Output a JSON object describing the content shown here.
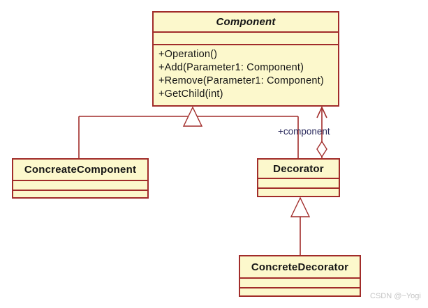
{
  "classes": {
    "component": {
      "name": "Component",
      "methods": [
        "+Operation()",
        "+Add(Parameter1: Component)",
        "+Remove(Parameter1: Component)",
        "+GetChild(int)"
      ]
    },
    "concreate_component": {
      "name": "ConcreateComponent"
    },
    "decorator": {
      "name": "Decorator"
    },
    "concrete_decorator": {
      "name": "ConcreteDecorator"
    }
  },
  "relations": {
    "generalizations": [
      {
        "from": "ConcreateComponent",
        "to": "Component"
      },
      {
        "from": "Decorator",
        "to": "Component"
      },
      {
        "from": "ConcreteDecorator",
        "to": "Decorator"
      }
    ],
    "aggregation": {
      "type": "aggregation",
      "from": "Decorator",
      "to": "Component",
      "label": "+component"
    }
  },
  "colors": {
    "box_fill": "#FCF8CC",
    "box_border": "#A12C2A",
    "connector": "#A12C2A",
    "association_label": "#2B2B5E",
    "watermark": "#C4C4C4"
  },
  "watermark": "CSDN @~Yogi"
}
